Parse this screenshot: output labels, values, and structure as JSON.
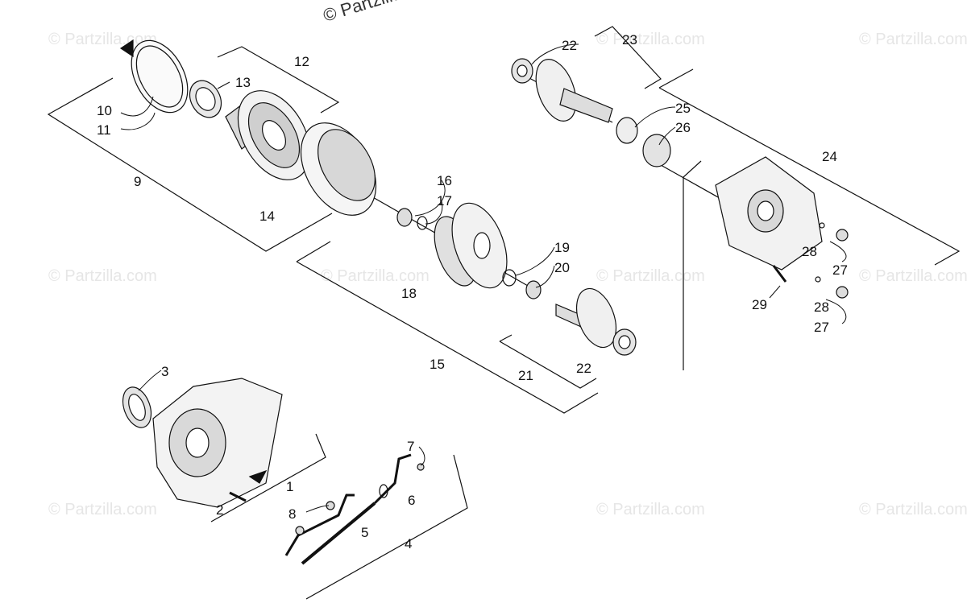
{
  "watermark": "© Partzilla.com",
  "copyright": "© Partzilla.com",
  "callouts": [
    "1",
    "2",
    "3",
    "4",
    "5",
    "6",
    "7",
    "8",
    "9",
    "10",
    "11",
    "12",
    "13",
    "14",
    "15",
    "16",
    "17",
    "18",
    "19",
    "20",
    "21",
    "22",
    "22",
    "23",
    "24",
    "25",
    "26",
    "27",
    "27",
    "28",
    "28",
    "29"
  ],
  "colors": {
    "line": "#111111",
    "part_fill": "#f2f2f2",
    "part_shade": "#cfcfcf",
    "watermark": "#e6e6e6"
  }
}
